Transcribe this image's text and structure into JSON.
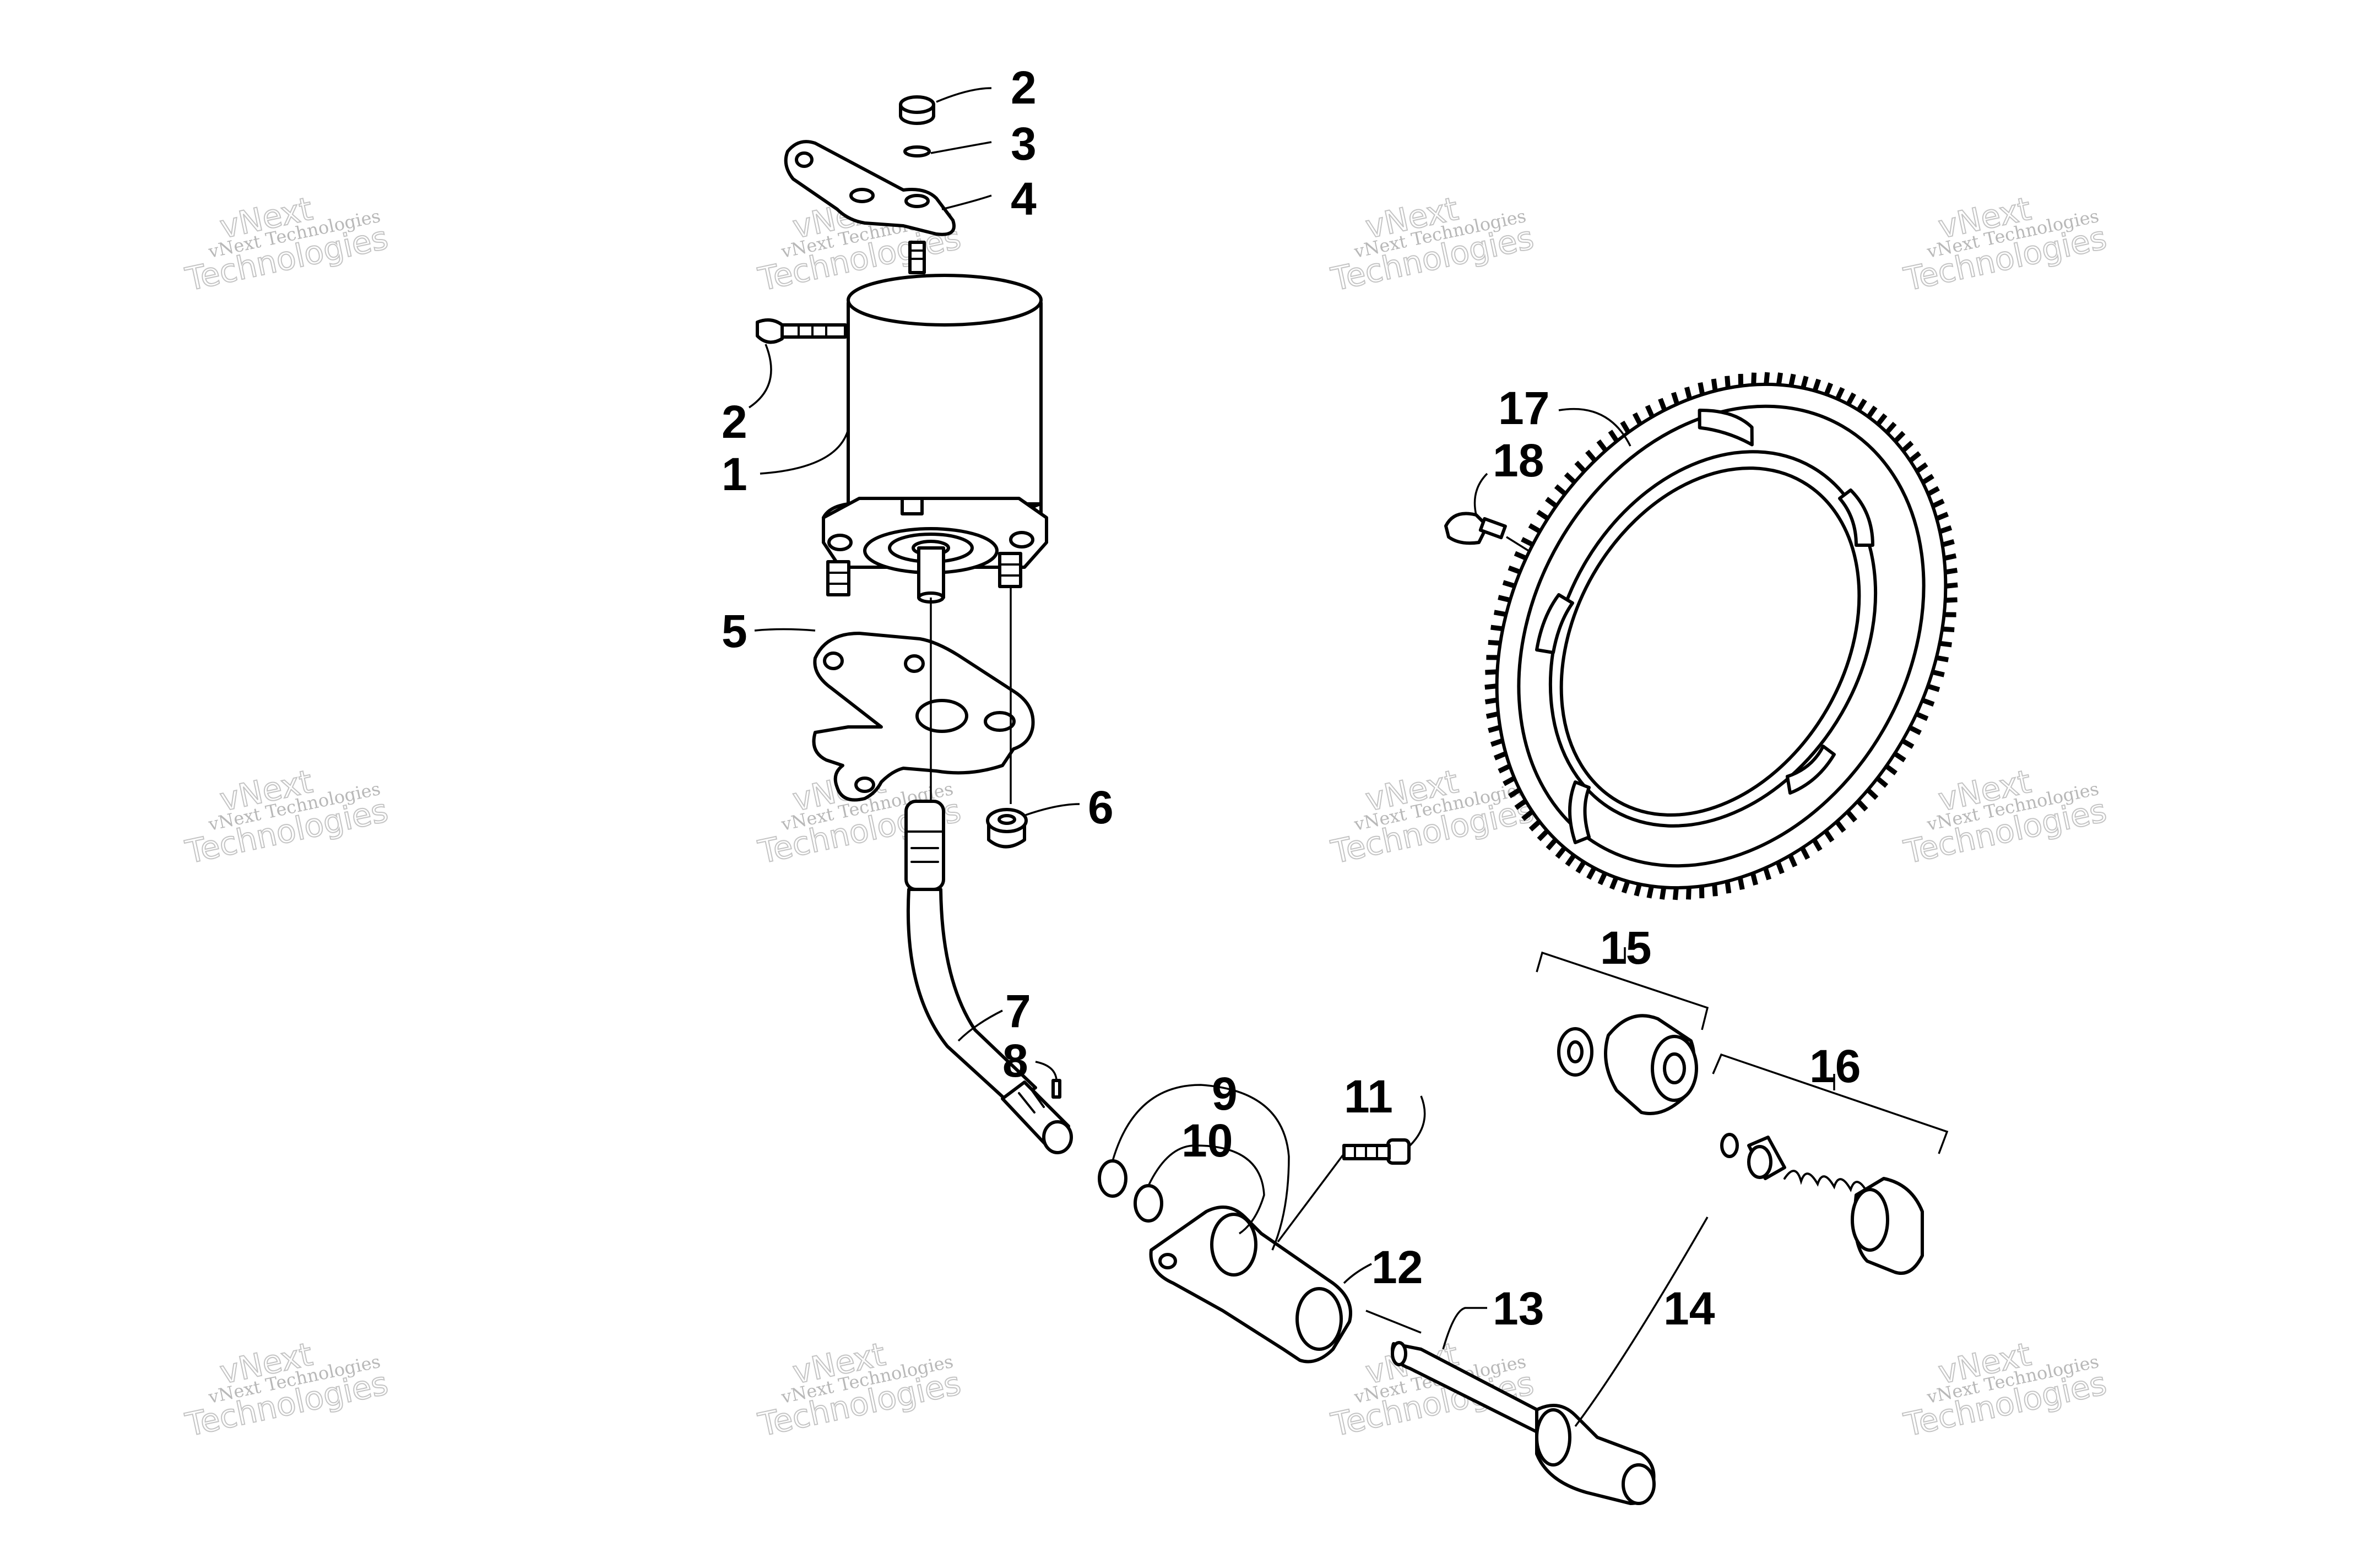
{
  "diagram": {
    "callouts": [
      {
        "id": "c2a",
        "text": "2"
      },
      {
        "id": "c3",
        "text": "3"
      },
      {
        "id": "c4",
        "text": "4"
      },
      {
        "id": "c2b",
        "text": "2"
      },
      {
        "id": "c1",
        "text": "1"
      },
      {
        "id": "c5",
        "text": "5"
      },
      {
        "id": "c6",
        "text": "6"
      },
      {
        "id": "c7",
        "text": "7"
      },
      {
        "id": "c8",
        "text": "8"
      },
      {
        "id": "c9",
        "text": "9"
      },
      {
        "id": "c10",
        "text": "10"
      },
      {
        "id": "c11",
        "text": "11"
      },
      {
        "id": "c12",
        "text": "12"
      },
      {
        "id": "c13",
        "text": "13"
      },
      {
        "id": "c14",
        "text": "14"
      },
      {
        "id": "c15",
        "text": "15"
      },
      {
        "id": "c16",
        "text": "16"
      },
      {
        "id": "c17",
        "text": "17"
      },
      {
        "id": "c18",
        "text": "18"
      }
    ],
    "watermark": {
      "line1": "vNext Technologies",
      "line2": "vNext",
      "line3": "Technologies"
    }
  }
}
